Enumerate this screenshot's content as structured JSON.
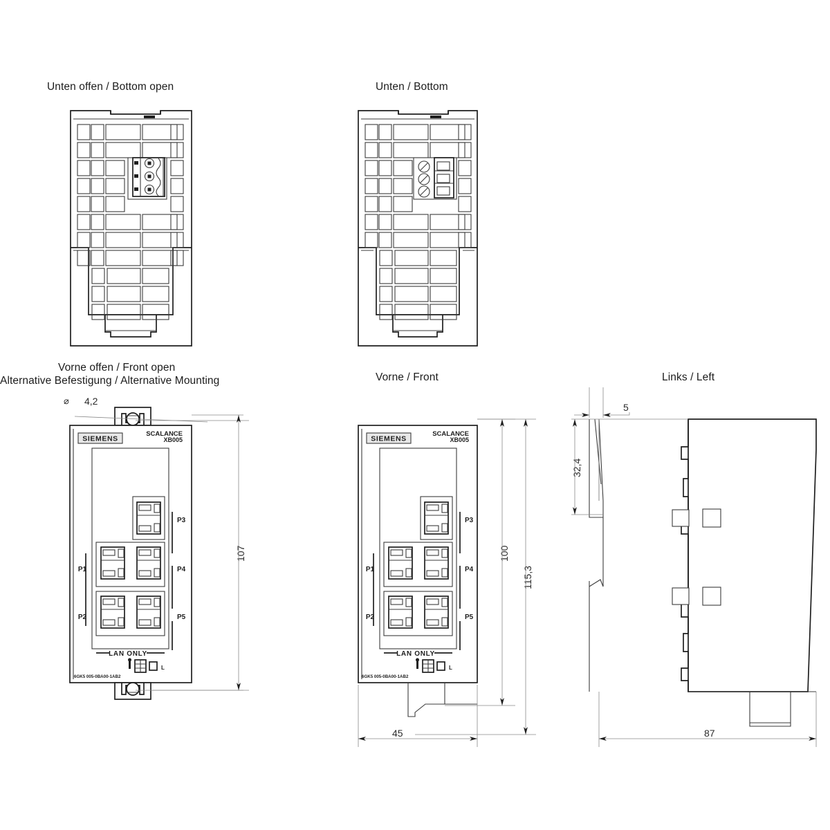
{
  "drawing": {
    "subject": "SCALANCE XB005 dimension drawing",
    "units_note": "mm"
  },
  "views": [
    {
      "id": "bottom-open",
      "title": "Unten offen / Bottom open",
      "title_lines": [
        "Unten offen / Bottom open"
      ]
    },
    {
      "id": "bottom",
      "title": "Unten / Bottom",
      "title_lines": [
        "Unten / Bottom"
      ]
    },
    {
      "id": "front-open",
      "title": "Vorne offen / Front open",
      "title_lines": [
        "Vorne offen / Front open",
        "Alternative Befestigung / Alternative Mounting"
      ]
    },
    {
      "id": "front",
      "title": "Vorne / Front",
      "title_lines": [
        "Vorne / Front"
      ]
    },
    {
      "id": "left",
      "title": "Links / Left",
      "title_lines": [
        "Links / Left"
      ]
    }
  ],
  "titles": {
    "bottom_open": "Unten offen / Bottom open",
    "bottom": "Unten / Bottom",
    "front_open_line1": "Vorne offen / Front open",
    "front_open_line2": "Alternative Befestigung / Alternative Mounting",
    "front": "Vorne / Front",
    "left": "Links / Left"
  },
  "device": {
    "brand": "SIEMENS",
    "product_line": "SCALANCE",
    "model": "XB005",
    "lan_label": "LAN ONLY",
    "part_number": "6GK5 005-0BA00-1AB2",
    "terminal_label": "L",
    "ports": [
      {
        "name": "P1",
        "side": "left",
        "row": "middle"
      },
      {
        "name": "P2",
        "side": "left",
        "row": "bottom"
      },
      {
        "name": "P3",
        "side": "right",
        "row": "top"
      },
      {
        "name": "P4",
        "side": "right",
        "row": "middle"
      },
      {
        "name": "P5",
        "side": "right",
        "row": "bottom"
      }
    ]
  },
  "dimensions": {
    "front_open_height": "107",
    "front_open_hole_diameter_symbol": "⌀",
    "front_open_hole_diameter": "4,2",
    "front_height_inner": "100",
    "front_height_total": "115,3",
    "front_width": "45",
    "left_clip_depth": "5",
    "left_clip_height": "32,4",
    "left_depth": "87"
  },
  "colors": {
    "line_thick": "#1e1e1e",
    "line_medium": "#3b3b3b",
    "line_thin": "#6d6d6d",
    "dim_line": "#8a8a8a",
    "background": "#ffffff",
    "panel_fill": "#ffffff",
    "logo_fill": "#e8e8e8"
  }
}
